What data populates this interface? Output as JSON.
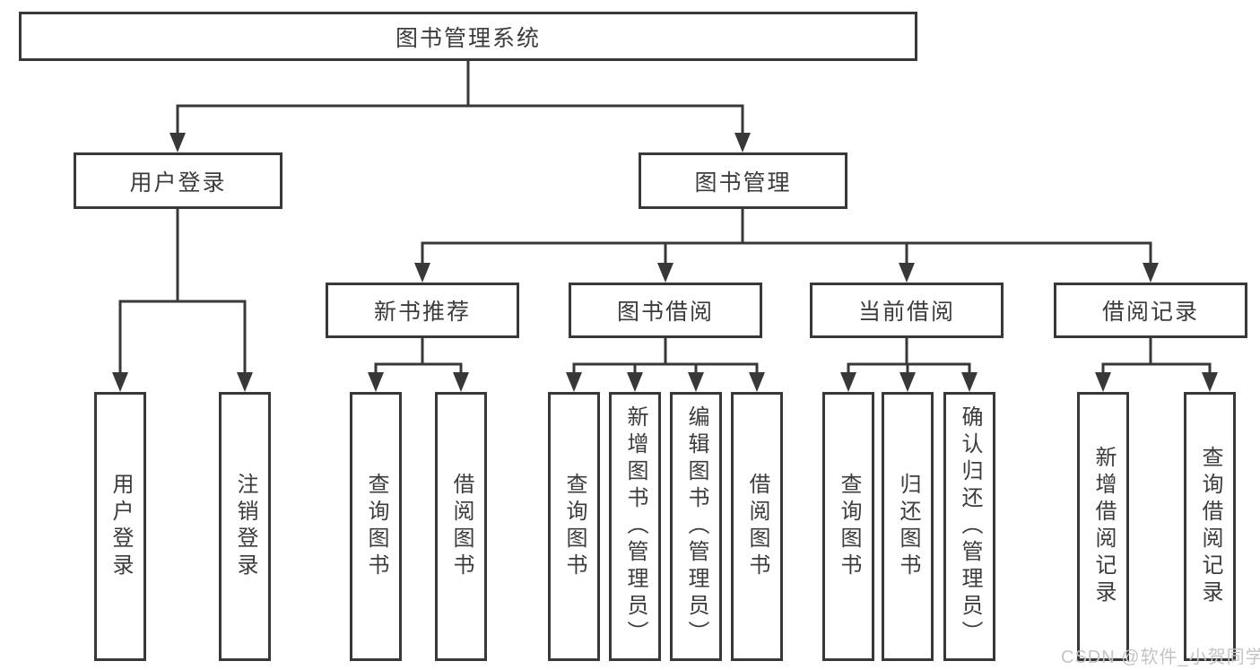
{
  "tree": {
    "root": {
      "label": "图书管理系统"
    },
    "branches": [
      {
        "label": "用户登录",
        "children": [
          {
            "label": "用户登录"
          },
          {
            "label": "注销登录"
          }
        ]
      },
      {
        "label": "图书管理",
        "children": [
          {
            "label": "新书推荐",
            "children": [
              {
                "label": "查询图书"
              },
              {
                "label": "借阅图书"
              }
            ]
          },
          {
            "label": "图书借阅",
            "children": [
              {
                "label": "查询图书"
              },
              {
                "label": "新增图书（管理员）"
              },
              {
                "label": "编辑图书（管理员）"
              },
              {
                "label": "借阅图书"
              }
            ]
          },
          {
            "label": "当前借阅",
            "children": [
              {
                "label": "查询图书"
              },
              {
                "label": "归还图书"
              },
              {
                "label": "确认归还（管理员）"
              }
            ]
          },
          {
            "label": "借阅记录",
            "children": [
              {
                "label": "新增借阅记录"
              },
              {
                "label": "查询借阅记录"
              }
            ]
          }
        ]
      }
    ]
  },
  "watermark": "CSDN @软件_小贺同学",
  "colors": {
    "line": "#383838",
    "box_border": "#383838",
    "box_fill": "#ffffff",
    "text": "#3c3c3c",
    "watermark": "#c4c4c4",
    "background": "#ffffff"
  }
}
